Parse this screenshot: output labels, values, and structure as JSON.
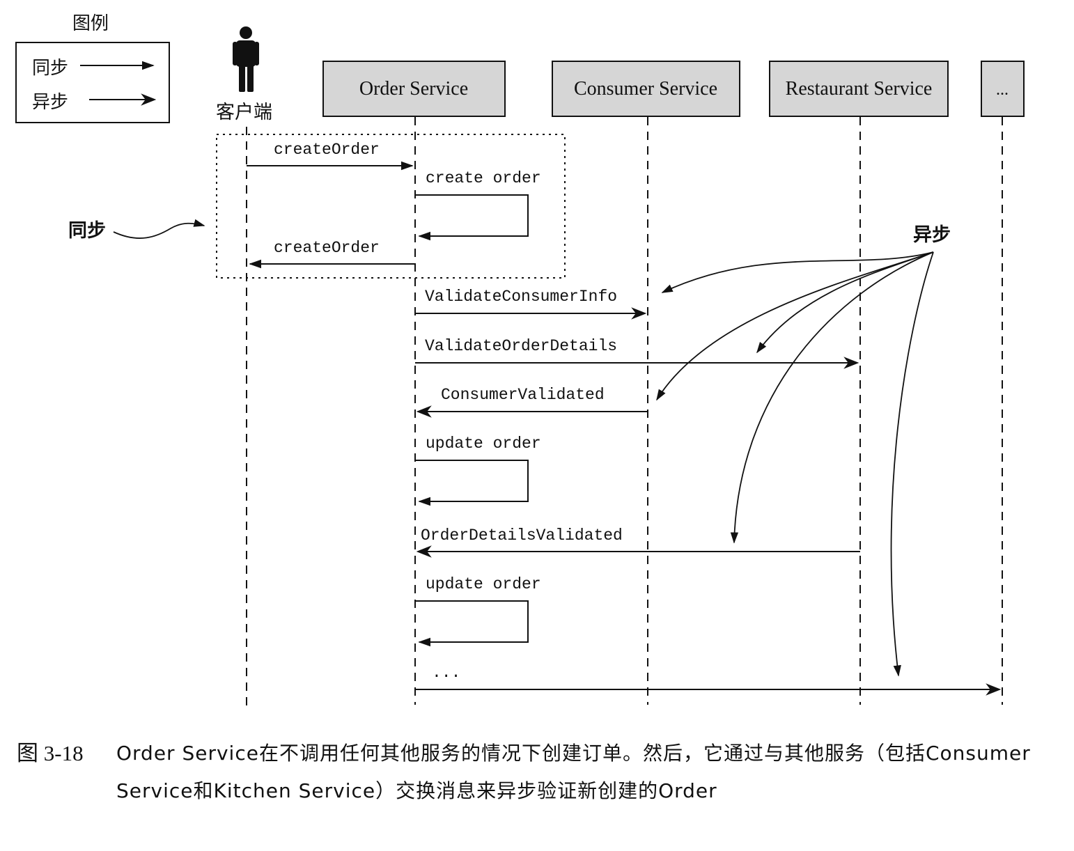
{
  "legend": {
    "title": "图例",
    "sync_label": "同步",
    "async_label": "异步"
  },
  "actors": {
    "client": "客户端",
    "order_service": "Order Service",
    "consumer_service": "Consumer Service",
    "restaurant_service": "Restaurant Service",
    "more": "..."
  },
  "messages": {
    "create_order_request": "createOrder",
    "create_order_self": "create order",
    "create_order_response": "createOrder",
    "validate_consumer_info": "ValidateConsumerInfo",
    "validate_order_details": "ValidateOrderDetails",
    "consumer_validated": "ConsumerValidated",
    "update_order_1": "update order",
    "order_details_validated": "OrderDetailsValidated",
    "update_order_2": "update order",
    "ellipsis": "..."
  },
  "annotations": {
    "sync": "同步",
    "async": "异步"
  },
  "caption": {
    "number": "图 3-18",
    "text": "Order Service在不调用任何其他服务的情况下创建订单。然后，它通过与其他服务（包括Consumer Service和Kitchen Service）交换消息来异步验证新创建的Order"
  },
  "colors": {
    "service_box_fill": "#d6d6d6",
    "line": "#111111"
  }
}
